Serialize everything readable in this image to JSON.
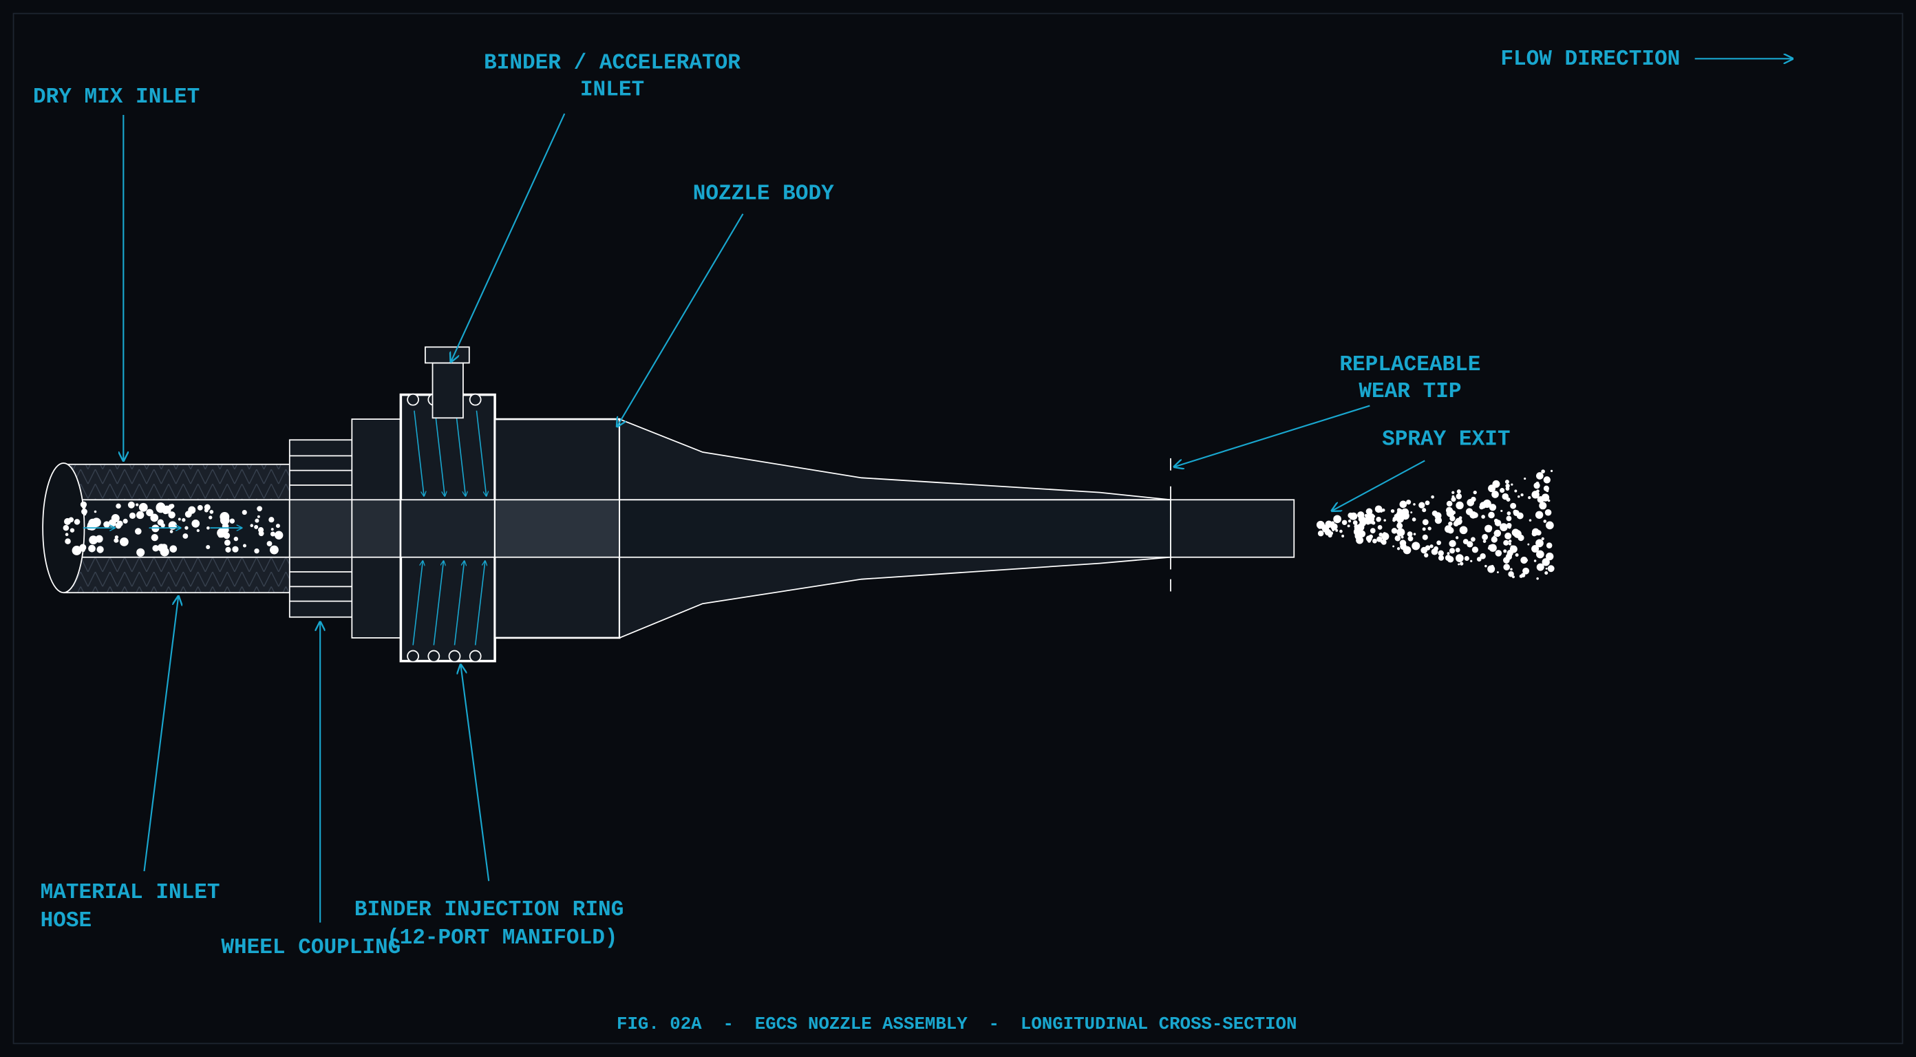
{
  "colors": {
    "background": "#080b10",
    "accent": "#19a7cf",
    "line": "#ffffff",
    "body_fill": "#141a22",
    "bore_fill": "#252c35"
  },
  "labels": {
    "dry_mix_inlet": "DRY MIX INLET",
    "binder_inlet_line1": "BINDER / ACCELERATOR",
    "binder_inlet_line2": "INLET",
    "nozzle_body": "NOZZLE BODY",
    "flow_direction": "FLOW DIRECTION",
    "wear_tip_line1": "REPLACEABLE",
    "wear_tip_line2": "WEAR TIP",
    "spray_exit": "SPRAY EXIT",
    "material_hose_line1": "MATERIAL INLET",
    "material_hose_line2": "HOSE",
    "wheel_coupling": "WHEEL COUPLING",
    "injection_ring_line1": "BINDER INJECTION RING",
    "injection_ring_line2": "(12-PORT MANIFOLD)"
  },
  "caption": "FIG. 02A  -  EGCS NOZZLE ASSEMBLY  -  LONGITUDINAL CROSS-SECTION"
}
